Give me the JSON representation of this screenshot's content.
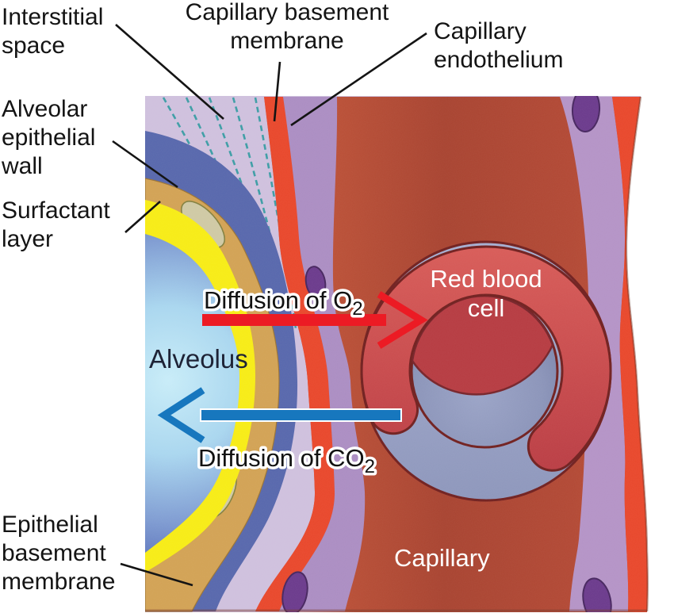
{
  "title": "Alveolus and capillary gas exchange (respiratory membrane) diagram",
  "labels": {
    "interstitial_space": {
      "lines": [
        "Interstitial",
        "space"
      ]
    },
    "capillary_basement_membrane": {
      "lines": [
        "Capillary basement",
        "membrane"
      ]
    },
    "capillary_endothelium": {
      "lines": [
        "Capillary",
        "endothelium"
      ]
    },
    "alveolar_epithelial_wall": {
      "lines": [
        "Alveolar",
        "epithelial",
        "wall"
      ]
    },
    "surfactant_layer": {
      "lines": [
        "Surfactant",
        "layer"
      ]
    },
    "epithelial_basement_membrane": {
      "lines": [
        "Epithelial",
        "basement",
        "membrane"
      ]
    }
  },
  "figure_text": {
    "alveolus": "Alveolus",
    "red_blood_cell": {
      "line1": "Red blood",
      "line2": "cell"
    },
    "capillary": "Capillary",
    "diffusion_o2": {
      "text": "Diffusion of O",
      "sub": "2",
      "direction": "alveolus to capillary"
    },
    "diffusion_co2": {
      "text": "Diffusion of CO",
      "sub": "2",
      "direction": "capillary to alveolus"
    }
  },
  "colors": {
    "background": "#ffffff",
    "label_text": "#141414",
    "alveolus_air": "#a9d6ef",
    "surfactant_layer": "#f7ec15",
    "alveolar_epithelial_wall": "#d2a254",
    "epithelial_nucleus": "#cfc9a4",
    "epithelial_basement_membrane": "#5767ac",
    "interstitial_space": "#cfc0dd",
    "interstitial_fibers": "#3d9da5",
    "capillary_basement_membrane": "#e8472b",
    "capillary_endothelium": "#ab8dc2",
    "endothelial_nucleus": "#6b3a8c",
    "capillary_lumen": "#b04733",
    "rbc_oxygenated_red": "#cd4549",
    "rbc_deoxygenated_gray": "#98a1c4",
    "rbc_outline": "#71201f",
    "o2_arrow": "#ec1b24",
    "co2_arrow": "#1777be",
    "figure_white_text": "#ffffff"
  }
}
